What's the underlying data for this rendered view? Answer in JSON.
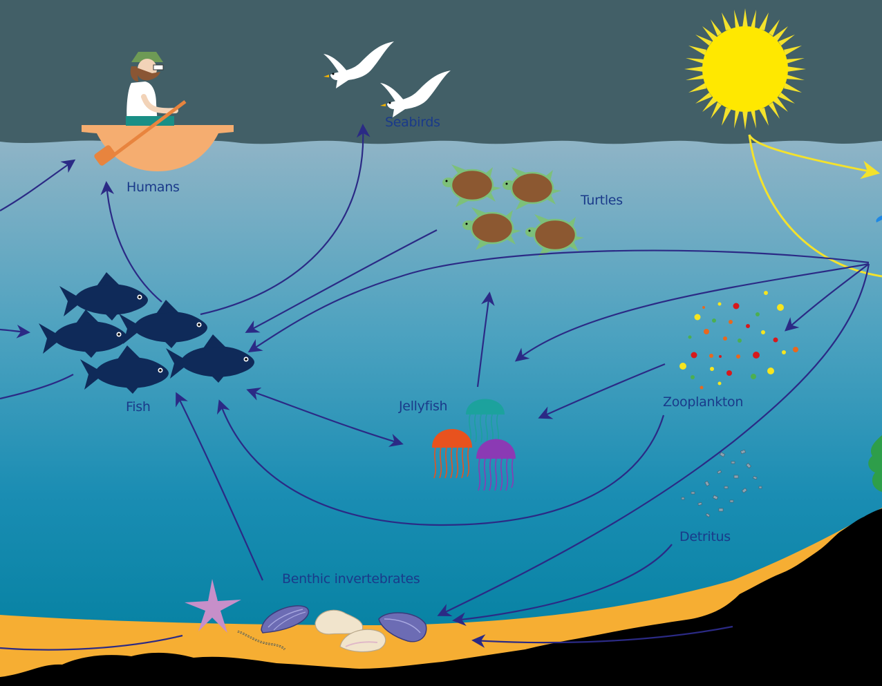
{
  "diagram": {
    "colors": {
      "sky": "#425f67",
      "water_top": "#8fb4c6",
      "water_mid": "#1a8db3",
      "water_bottom": "#007e9d",
      "sand": "#f6ae33",
      "rock": "#000000",
      "arrow": "#2b2a85",
      "sun": "#ffe800",
      "sun_ray": "#f4e22c",
      "fish": "#0f2a59",
      "turtle_shell": "#8c5831",
      "turtle_skin": "#7dc07a",
      "boat": "#f5ad70",
      "label": "#1a3a8a"
    },
    "labels": {
      "humans": "Humans",
      "seabirds": "Seabirds",
      "turtles": "Turtles",
      "fish": "Fish",
      "jellyfish": "Jellyfish",
      "zooplankton": "Zooplankton",
      "detritus": "Detritus",
      "benthic": "Benthic invertebrates"
    },
    "icons": [
      "sun-icon",
      "boat-icon",
      "fisherman-icon",
      "seabird-icon",
      "turtle-icon",
      "fish-icon",
      "jellyfish-icon",
      "zooplankton-icon",
      "detritus-icon",
      "starfish-icon",
      "mussel-icon",
      "shell-icon",
      "worm-icon",
      "seaweed-icon"
    ]
  }
}
